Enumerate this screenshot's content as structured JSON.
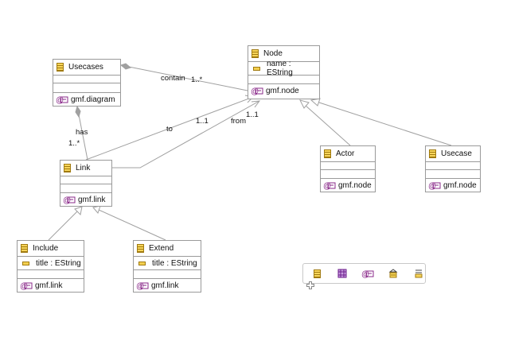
{
  "classes": {
    "usecases": {
      "name": "Usecases",
      "annotation": "gmf.diagram"
    },
    "node": {
      "name": "Node",
      "attribute": "name : EString",
      "annotation": "gmf.node"
    },
    "link": {
      "name": "Link",
      "annotation": "gmf.link"
    },
    "actor": {
      "name": "Actor",
      "annotation": "gmf.node"
    },
    "usecase": {
      "name": "Usecase",
      "annotation": "gmf.node"
    },
    "include": {
      "name": "Include",
      "attribute": "title : EString",
      "annotation": "gmf.link"
    },
    "extend": {
      "name": "Extend",
      "attribute": "title : EString",
      "annotation": "gmf.link"
    }
  },
  "edges": {
    "contain": {
      "role": "contain",
      "multiplicity": "1..*"
    },
    "has": {
      "role": "has",
      "multiplicity": "1..*"
    },
    "to": {
      "role": "to",
      "multiplicity": "1..1"
    },
    "from": {
      "role": "from",
      "multiplicity": "1..1"
    }
  },
  "palette": {
    "tools": [
      "class-tool-icon",
      "datatype-tool-icon",
      "annotation-tool-icon",
      "reference-tool-icon",
      "enum-tool-icon"
    ]
  },
  "colors": {
    "line": "#a0a0a0",
    "border": "#9a9a9a",
    "class_icon": "#f7d55a",
    "annotation_icon": "#8a2a8a"
  }
}
